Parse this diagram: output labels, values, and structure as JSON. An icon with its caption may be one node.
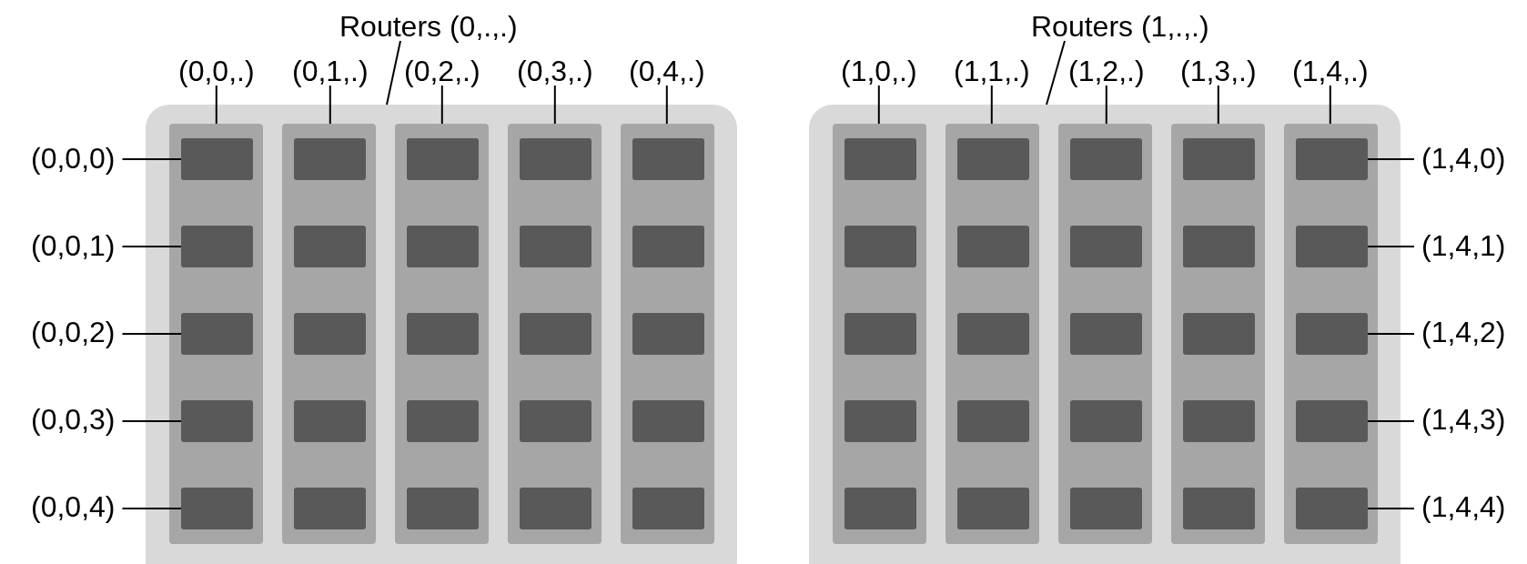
{
  "diagram": {
    "nodes": [
      {
        "text": [
          "Routers (0,.,.)"
        ]
      },
      {
        "text": [
          "Routers (1,.,.)"
        ]
      },
      {
        "text": [
          "(0,0,.)"
        ]
      },
      {
        "text": [
          "(0,1,.)"
        ]
      },
      {
        "text": [
          "(0,2,.)"
        ]
      },
      {
        "text": [
          "(0,3,.)"
        ]
      },
      {
        "text": [
          "(0,4,.)"
        ]
      },
      {
        "text": [
          "(1,0,.)"
        ]
      },
      {
        "text": [
          "(1,1,.)"
        ]
      },
      {
        "text": [
          "(1,2,.)"
        ]
      },
      {
        "text": [
          "(1,3,.)"
        ]
      },
      {
        "text": [
          "(1,4,.)"
        ]
      },
      {
        "text": [
          "(0,0,0)"
        ]
      },
      {
        "text": [
          "(0,0,1)"
        ]
      },
      {
        "text": [
          "(0,0,2)"
        ]
      },
      {
        "text": [
          "(0,0,3)"
        ]
      },
      {
        "text": [
          "(0,0,4)"
        ]
      },
      {
        "text": [
          "(1,4,0)"
        ]
      },
      {
        "text": [
          "(1,4,1)"
        ]
      },
      {
        "text": [
          "(1,4,2)"
        ]
      },
      {
        "text": [
          "(1,4,3)"
        ]
      },
      {
        "text": [
          "(1,4,4)"
        ]
      },
      {
        "text": [],
        "shape": "box"
      },
      {
        "text": [],
        "shape": "box",
        "in": 22
      },
      {
        "text": [],
        "shape": "box",
        "in": 23
      },
      {
        "text": [],
        "shape": "box",
        "in": 23
      },
      {
        "text": [],
        "shape": "box",
        "in": 23
      },
      {
        "text": [],
        "shape": "box",
        "in": 23
      },
      {
        "text": [],
        "shape": "box",
        "in": 23
      },
      {
        "text": [],
        "shape": "box",
        "in": 22
      },
      {
        "text": [],
        "shape": "box",
        "in": 29
      },
      {
        "text": [],
        "shape": "box",
        "in": 29
      },
      {
        "text": [],
        "shape": "box",
        "in": 29
      },
      {
        "text": [],
        "shape": "box",
        "in": 29
      },
      {
        "text": [],
        "shape": "box",
        "in": 29
      },
      {
        "text": [],
        "shape": "box",
        "in": 22
      },
      {
        "text": [],
        "shape": "box",
        "in": 35
      },
      {
        "text": [],
        "shape": "box",
        "in": 35
      },
      {
        "text": [],
        "shape": "box",
        "in": 35
      },
      {
        "text": [],
        "shape": "box",
        "in": 35
      },
      {
        "text": [],
        "shape": "box",
        "in": 35
      },
      {
        "text": [],
        "shape": "box",
        "in": 22
      },
      {
        "text": [],
        "shape": "box",
        "in": 41
      },
      {
        "text": [],
        "shape": "box",
        "in": 41
      },
      {
        "text": [],
        "shape": "box",
        "in": 41
      },
      {
        "text": [],
        "shape": "box",
        "in": 41
      },
      {
        "text": [],
        "shape": "box",
        "in": 41
      },
      {
        "text": [],
        "shape": "box",
        "in": 22
      },
      {
        "text": [],
        "shape": "box",
        "in": 47
      },
      {
        "text": [],
        "shape": "box",
        "in": 47
      },
      {
        "text": [],
        "shape": "box",
        "in": 47
      },
      {
        "text": [],
        "shape": "box",
        "in": 47
      },
      {
        "text": [],
        "shape": "box",
        "in": 47
      },
      {
        "text": [],
        "shape": "box"
      },
      {
        "text": [],
        "shape": "box",
        "in": 53
      },
      {
        "text": [],
        "shape": "box",
        "in": 54
      },
      {
        "text": [],
        "shape": "box",
        "in": 54
      },
      {
        "text": [],
        "shape": "box",
        "in": 54
      },
      {
        "text": [],
        "shape": "box",
        "in": 54
      },
      {
        "text": [],
        "shape": "box",
        "in": 54
      },
      {
        "text": [],
        "shape": "box",
        "in": 53
      },
      {
        "text": [],
        "shape": "box",
        "in": 60
      },
      {
        "text": [],
        "shape": "box",
        "in": 60
      },
      {
        "text": [],
        "shape": "box",
        "in": 60
      },
      {
        "text": [],
        "shape": "box",
        "in": 60
      },
      {
        "text": [],
        "shape": "box",
        "in": 60
      },
      {
        "text": [],
        "shape": "box",
        "in": 53
      },
      {
        "text": [],
        "shape": "box",
        "in": 66
      },
      {
        "text": [],
        "shape": "box",
        "in": 66
      },
      {
        "text": [],
        "shape": "box",
        "in": 66
      },
      {
        "text": [],
        "shape": "box",
        "in": 66
      },
      {
        "text": [],
        "shape": "box",
        "in": 66
      },
      {
        "text": [],
        "shape": "box",
        "in": 53
      },
      {
        "text": [],
        "shape": "box",
        "in": 72
      },
      {
        "text": [],
        "shape": "box",
        "in": 72
      },
      {
        "text": [],
        "shape": "box",
        "in": 72
      },
      {
        "text": [],
        "shape": "box",
        "in": 72
      },
      {
        "text": [],
        "shape": "box",
        "in": 72
      },
      {
        "text": [],
        "shape": "box",
        "in": 53
      },
      {
        "text": [],
        "shape": "box",
        "in": 78
      },
      {
        "text": [],
        "shape": "box",
        "in": 78
      },
      {
        "text": [],
        "shape": "box",
        "in": 78
      },
      {
        "text": [],
        "shape": "box",
        "in": 78
      },
      {
        "text": [],
        "shape": "box",
        "in": 78
      }
    ],
    "edges": [
      {
        "from": 0,
        "to": 22,
        "arrow": "none"
      },
      {
        "from": 1,
        "to": 53,
        "arrow": "none"
      },
      {
        "from": 2,
        "to": 23,
        "arrow": "none"
      },
      {
        "from": 3,
        "to": 29,
        "arrow": "none"
      },
      {
        "from": 4,
        "to": 35,
        "arrow": "none"
      },
      {
        "from": 5,
        "to": 41,
        "arrow": "none"
      },
      {
        "from": 6,
        "to": 47,
        "arrow": "none"
      },
      {
        "from": 7,
        "to": 54,
        "arrow": "none"
      },
      {
        "from": 8,
        "to": 60,
        "arrow": "none"
      },
      {
        "from": 9,
        "to": 66,
        "arrow": "none"
      },
      {
        "from": 10,
        "to": 72,
        "arrow": "none"
      },
      {
        "from": 11,
        "to": 78,
        "arrow": "none"
      },
      {
        "from": 12,
        "to": 24,
        "arrow": "none"
      },
      {
        "from": 13,
        "to": 25,
        "arrow": "none"
      },
      {
        "from": 14,
        "to": 26,
        "arrow": "none"
      },
      {
        "from": 15,
        "to": 27,
        "arrow": "none"
      },
      {
        "from": 16,
        "to": 28,
        "arrow": "none"
      },
      {
        "from": 17,
        "to": 79,
        "arrow": "none"
      },
      {
        "from": 18,
        "to": 80,
        "arrow": "none"
      },
      {
        "from": 19,
        "to": 81,
        "arrow": "none"
      },
      {
        "from": 20,
        "to": 82,
        "arrow": "none"
      },
      {
        "from": 21,
        "to": 83,
        "arrow": "none"
      }
    ]
  }
}
